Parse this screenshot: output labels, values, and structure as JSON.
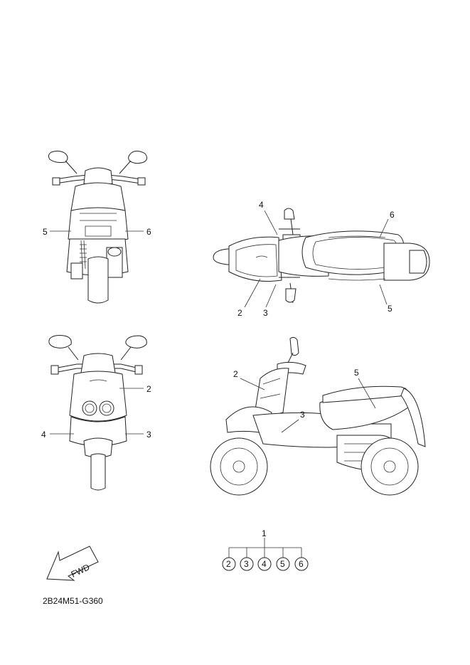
{
  "diagram_code": "2B24M51-G360",
  "fwd_label": "FWD",
  "callouts": {
    "rear_left": "5",
    "rear_right": "6",
    "top_4": "4",
    "top_6": "6",
    "top_2": "2",
    "top_3": "3",
    "top_5": "5",
    "front_2": "2",
    "front_4": "4",
    "front_3": "3",
    "side_2": "2",
    "side_3": "3",
    "side_5": "5"
  },
  "set_tree": {
    "parent": "1",
    "children": [
      "2",
      "3",
      "4",
      "5",
      "6"
    ]
  }
}
